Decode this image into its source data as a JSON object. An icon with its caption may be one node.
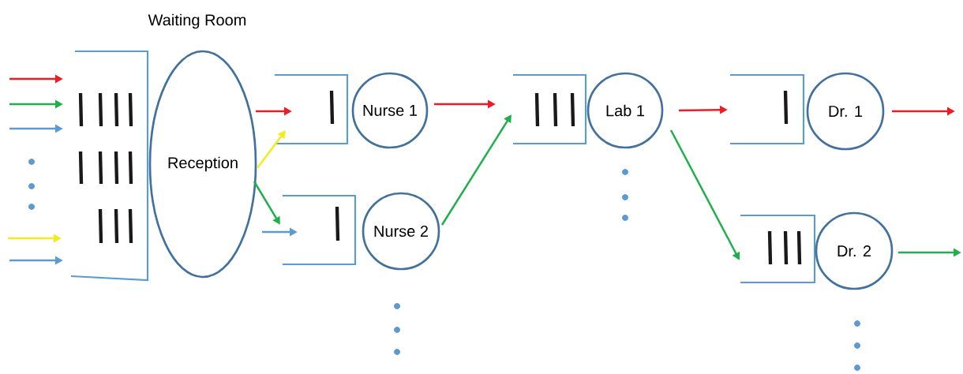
{
  "diagram": {
    "nodes": [
      {
        "text": [
          "Waiting Room"
        ]
      },
      {
        "text": [
          "Reception"
        ]
      },
      {
        "text": [],
        "shape": "box"
      },
      {
        "text": [
          "Nurse 1"
        ]
      },
      {
        "text": [],
        "shape": "box"
      },
      {
        "text": [
          "Nurse 2"
        ]
      },
      {
        "text": [],
        "shape": "box"
      },
      {
        "text": [
          "Lab 1"
        ]
      },
      {
        "text": [],
        "shape": "box"
      },
      {
        "text": [
          "Dr. 1"
        ]
      },
      {
        "text": [],
        "shape": "box"
      },
      {
        "text": [
          "Dr. 2"
        ]
      }
    ],
    "edges": [
      {
        "from": null,
        "to": 0,
        "arrow": "to",
        "color": "#ee1c25"
      },
      {
        "from": null,
        "to": 0,
        "arrow": "to",
        "color": "#1eb04b"
      },
      {
        "from": null,
        "to": 0,
        "arrow": "to",
        "color": "#5b9bd5"
      },
      {
        "from": null,
        "to": 0,
        "arrow": "to",
        "color": "#f2ec1b"
      },
      {
        "from": null,
        "to": 0,
        "arrow": "to",
        "color": "#5b9bd5"
      },
      {
        "from": 1,
        "to": 2,
        "arrow": "to",
        "color": "#f2ec1b"
      },
      {
        "from": 1,
        "to": 4,
        "arrow": "to",
        "color": "#1eb04b"
      },
      {
        "from": 1,
        "to": 2,
        "arrow": "to",
        "color": "#ee1c25"
      },
      {
        "from": null,
        "to": 4,
        "arrow": "to",
        "color": "#5b9bd5"
      },
      {
        "from": 3,
        "to": 6,
        "arrow": "to",
        "color": "#ee1c25"
      },
      {
        "from": 5,
        "to": 6,
        "arrow": "to",
        "color": "#1eb04b"
      },
      {
        "from": 7,
        "to": 8,
        "arrow": "to",
        "color": "#ee1c25"
      },
      {
        "from": 7,
        "to": 10,
        "arrow": "to",
        "color": "#1eb04b"
      },
      {
        "from": 9,
        "to": null,
        "arrow": "to",
        "color": "#ee1c25"
      },
      {
        "from": 11,
        "to": null,
        "arrow": "to",
        "color": "#1eb04b"
      }
    ]
  }
}
